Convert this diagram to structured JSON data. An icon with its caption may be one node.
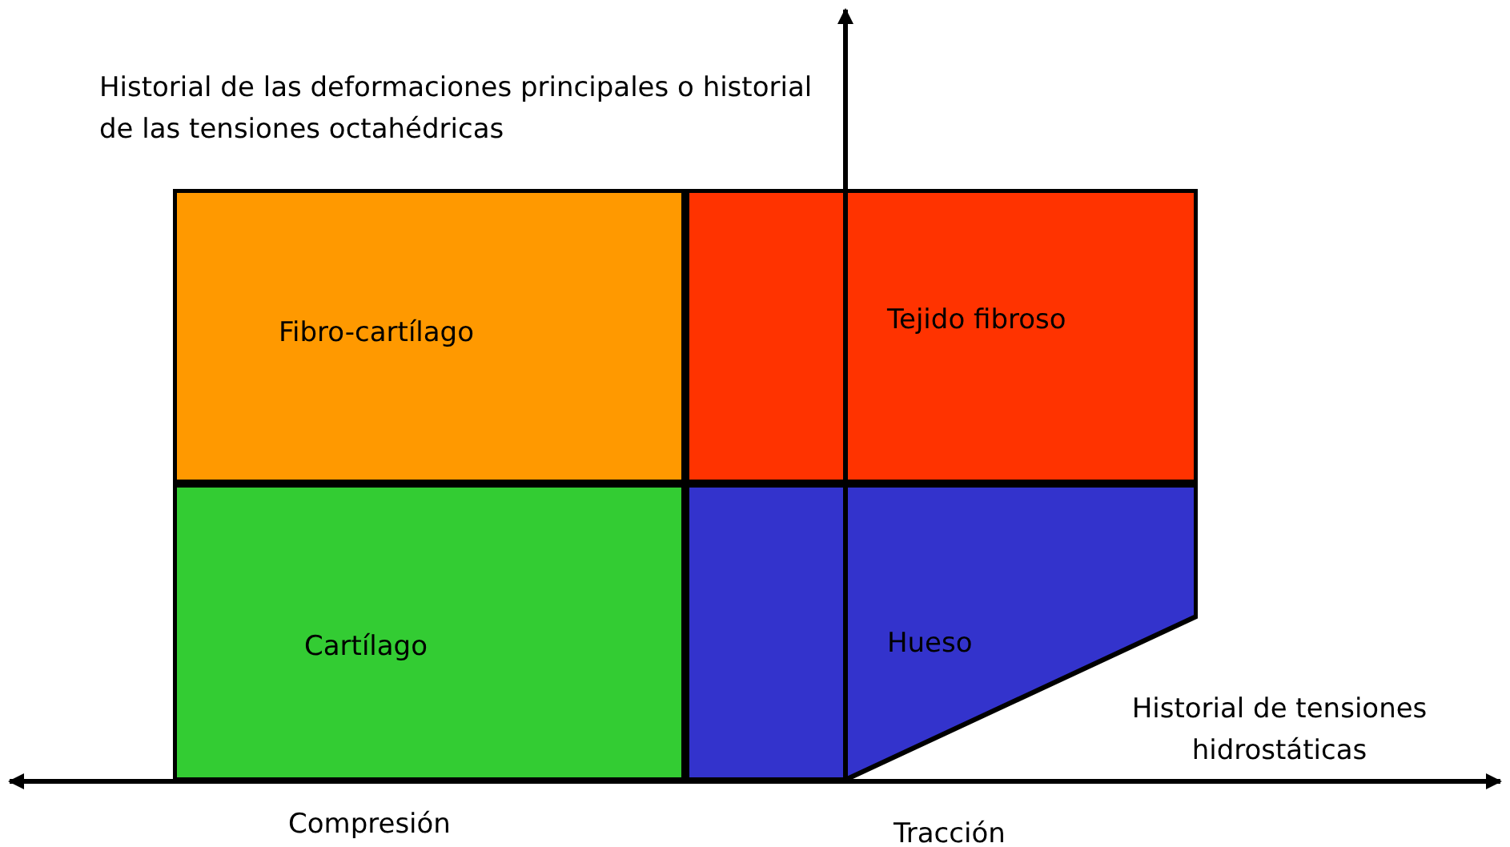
{
  "diagram": {
    "nodes": [
      {
        "text": [
          "Fibro-cartílago"
        ]
      },
      {
        "text": [
          "Tejido fibroso"
        ]
      },
      {
        "text": [
          "Cartílago"
        ]
      },
      {
        "text": [
          "Hueso"
        ]
      }
    ],
    "labels": [
      "Historial de las deformaciones principales o historial de las tensiones octahédricas",
      "Historial de tensiones hidrostáticas",
      "Compresión",
      "Tracción"
    ]
  }
}
